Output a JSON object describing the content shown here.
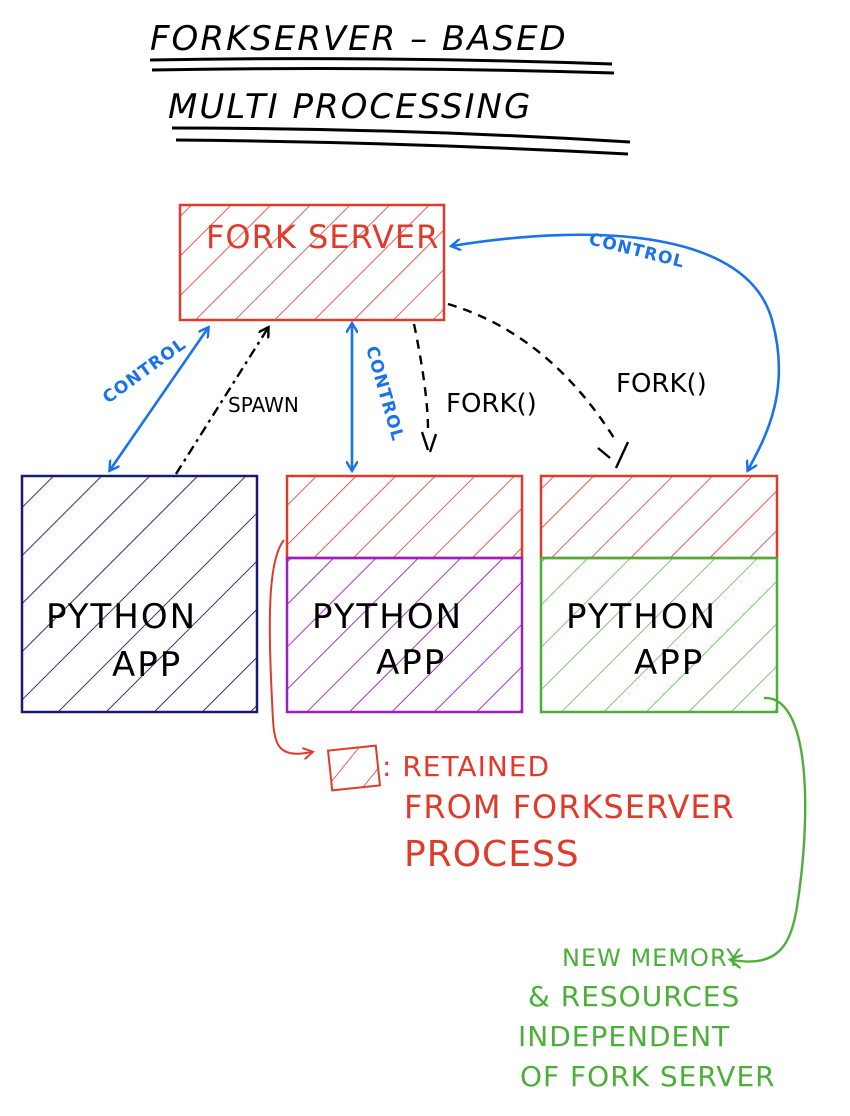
{
  "title": {
    "line1": "FORKSERVER – BASED",
    "line2": "MULTI PROCESSING"
  },
  "fork_server": {
    "label": "FORK SERVER"
  },
  "apps": [
    {
      "line1": "PYTHON",
      "line2": "APP"
    },
    {
      "line1": "PYTHON",
      "line2": "APP"
    },
    {
      "line1": "PYTHON",
      "line2": "APP"
    }
  ],
  "edges": {
    "control_left": "CONTROL",
    "spawn": "SPAWN",
    "control_middle": "CONTROL",
    "fork_1": "FORK()",
    "fork_2": "FORK()",
    "control_right": "CONTROL"
  },
  "legend": {
    "line1": ": RETAINED",
    "line2": "FROM FORKSERVER",
    "line3": "PROCESS"
  },
  "note": {
    "line1": "NEW MEMORY",
    "line2": "& RESOURCES",
    "line3": "INDEPENDENT",
    "line4": "OF FORK SERVER"
  },
  "colors": {
    "fork_server": "#e03a2b",
    "app_left": "#1a1a6e",
    "app_middle": "#9b1fc1",
    "app_right": "#4caf3a",
    "control": "#1a73e8",
    "ink": "#000000"
  }
}
